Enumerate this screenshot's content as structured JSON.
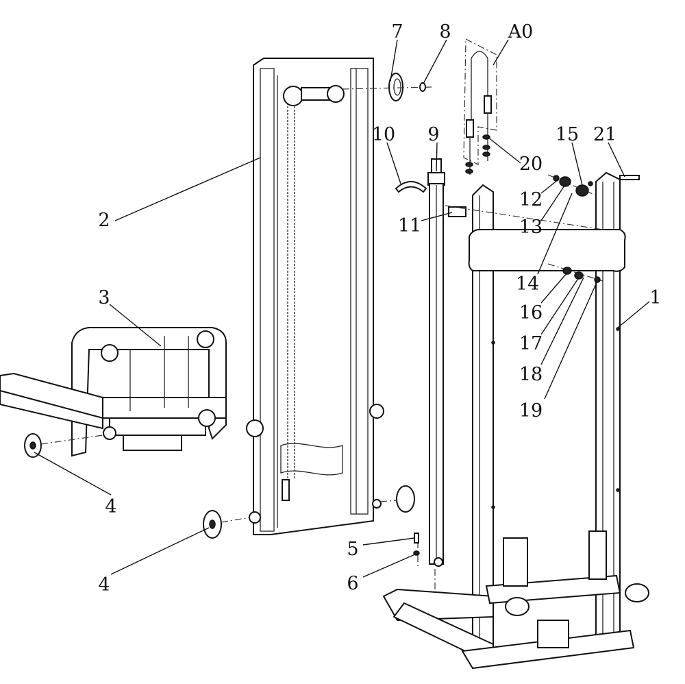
{
  "figure": {
    "type": "exploded assembly drawing",
    "labels": {
      "l1": "1",
      "l2": "2",
      "l3": "3",
      "l4a": "4",
      "l4b": "4",
      "l5": "5",
      "l6": "6",
      "l7": "7",
      "l8": "8",
      "l9": "9",
      "l10": "10",
      "l11": "11",
      "l12": "12",
      "l13": "13",
      "l14": "14",
      "l15": "15",
      "l16": "16",
      "l17": "17",
      "l18": "18",
      "l19": "19",
      "l20": "20",
      "l21": "21",
      "lA0": "A0"
    }
  }
}
